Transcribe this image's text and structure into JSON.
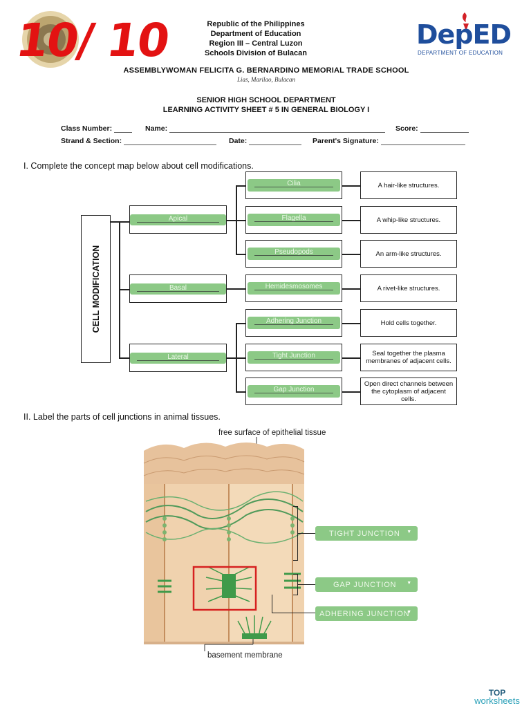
{
  "header": {
    "line1": "Republic of the Philippines",
    "line2": "Department of Education",
    "line3": "Region III – Central Luzon",
    "line4": "Schools Division of Bulacan",
    "school": "ASSEMBLYWOMAN FELICITA G. BERNARDINO MEMORIAL TRADE SCHOOL",
    "location": "Lias, Marilao, Bulacan",
    "department": "SENIOR HIGH SCHOOL DEPARTMENT",
    "sheet_title": "LEARNING ACTIVITY SHEET # 5 IN GENERAL BIOLOGY I"
  },
  "score_mark": "10/ 10",
  "deped": {
    "logo_text": "DepED",
    "tagline": "DEPARTMENT OF EDUCATION"
  },
  "fields": {
    "class_number": "Class Number:",
    "name": "Name:",
    "score": "Score:",
    "strand": "Strand & Section:",
    "date": "Date:",
    "signature": "Parent's Signature:"
  },
  "part1": {
    "instruction": "I.   Complete the concept map below about cell modifications.",
    "root": "CELL MODIFICATION",
    "level1": [
      "Apical",
      "Basal",
      "Lateral"
    ],
    "level2": [
      "Cilia",
      "Flagella",
      "Pseudopods",
      "Hemidesmosomes",
      "Adhering Junction",
      "Tight Junction",
      "Gap Junction"
    ],
    "descriptions": [
      "A hair-like structures.",
      "A whip-like structures.",
      "An arm-like structures.",
      "A rivet-like structures.",
      "Hold cells together.",
      "Seal together the plasma membranes of adjacent cells.",
      "Open direct channels between the cytoplasm of adjacent cells."
    ]
  },
  "part2": {
    "instruction": "II.   Label the parts of cell junctions in animal tissues.",
    "top_caption": "free surface of epithelial tissue",
    "bottom_caption": "basement membrane",
    "labels": [
      "TIGHT JUNCTION",
      "GAP JUNCTION",
      "ADHERING JUNCTION"
    ]
  },
  "watermark": {
    "line1": "TOP",
    "line2": "worksheets"
  }
}
